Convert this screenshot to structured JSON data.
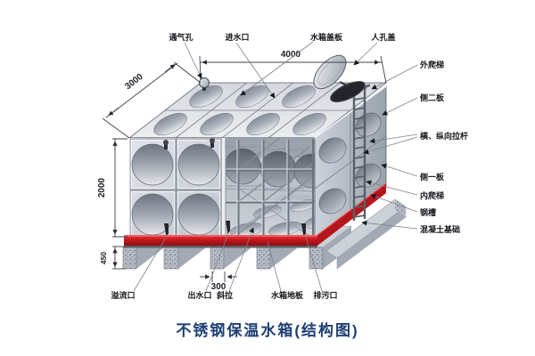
{
  "title": "不锈钢保温水箱(结构图)",
  "dimensions": {
    "width": "4000",
    "depth": "3000",
    "height": "2000",
    "base_height": "450",
    "pier_width": "300"
  },
  "labels": {
    "top": [
      {
        "id": "vent-hole",
        "text": "通气孔"
      },
      {
        "id": "water-inlet",
        "text": "进水口"
      },
      {
        "id": "tank-cover-plate",
        "text": "水箱盖板"
      },
      {
        "id": "manhole-cover",
        "text": "人孔盖"
      }
    ],
    "right": [
      {
        "id": "external-ladder",
        "text": "外爬梯"
      },
      {
        "id": "side-panel-2",
        "text": "侧二板"
      },
      {
        "id": "tie-rods",
        "text": "横、纵向拉杆"
      },
      {
        "id": "side-panel-1",
        "text": "侧一板"
      },
      {
        "id": "internal-ladder",
        "text": "内爬梯"
      },
      {
        "id": "steel-channel",
        "text": "钢槽"
      },
      {
        "id": "concrete-foundation",
        "text": "混凝土基础"
      }
    ],
    "bottom": [
      {
        "id": "overflow-outlet",
        "text": "溢流口"
      },
      {
        "id": "water-outlet",
        "text": "出水口"
      },
      {
        "id": "diagonal-brace",
        "text": "斜拉"
      },
      {
        "id": "floor-plate",
        "text": "水箱地板"
      },
      {
        "id": "drain-outlet",
        "text": "排污口"
      }
    ]
  },
  "colors": {
    "channel_red": "#c5171e",
    "title_navy": "#1e3f74",
    "steel_light": "#e6e9ed",
    "steel_mid": "#c6cbd3",
    "steel_dark": "#79818c",
    "concrete": "#b7bcc4"
  }
}
